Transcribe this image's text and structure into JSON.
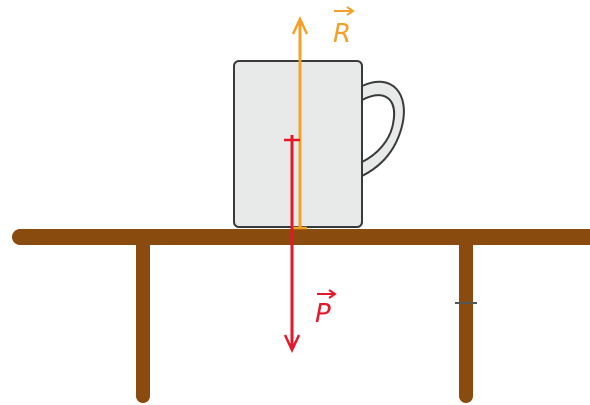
{
  "diagram": {
    "forces": [
      {
        "label": "R",
        "color": "#f4a12a",
        "direction": "up"
      },
      {
        "label": "P",
        "color": "#e3192b",
        "direction": "down"
      }
    ],
    "colors": {
      "table": "#8a4b0f",
      "mug_fill": "#e8eaea",
      "mug_outline": "#3a3a3a",
      "background": "#ffffff"
    }
  }
}
